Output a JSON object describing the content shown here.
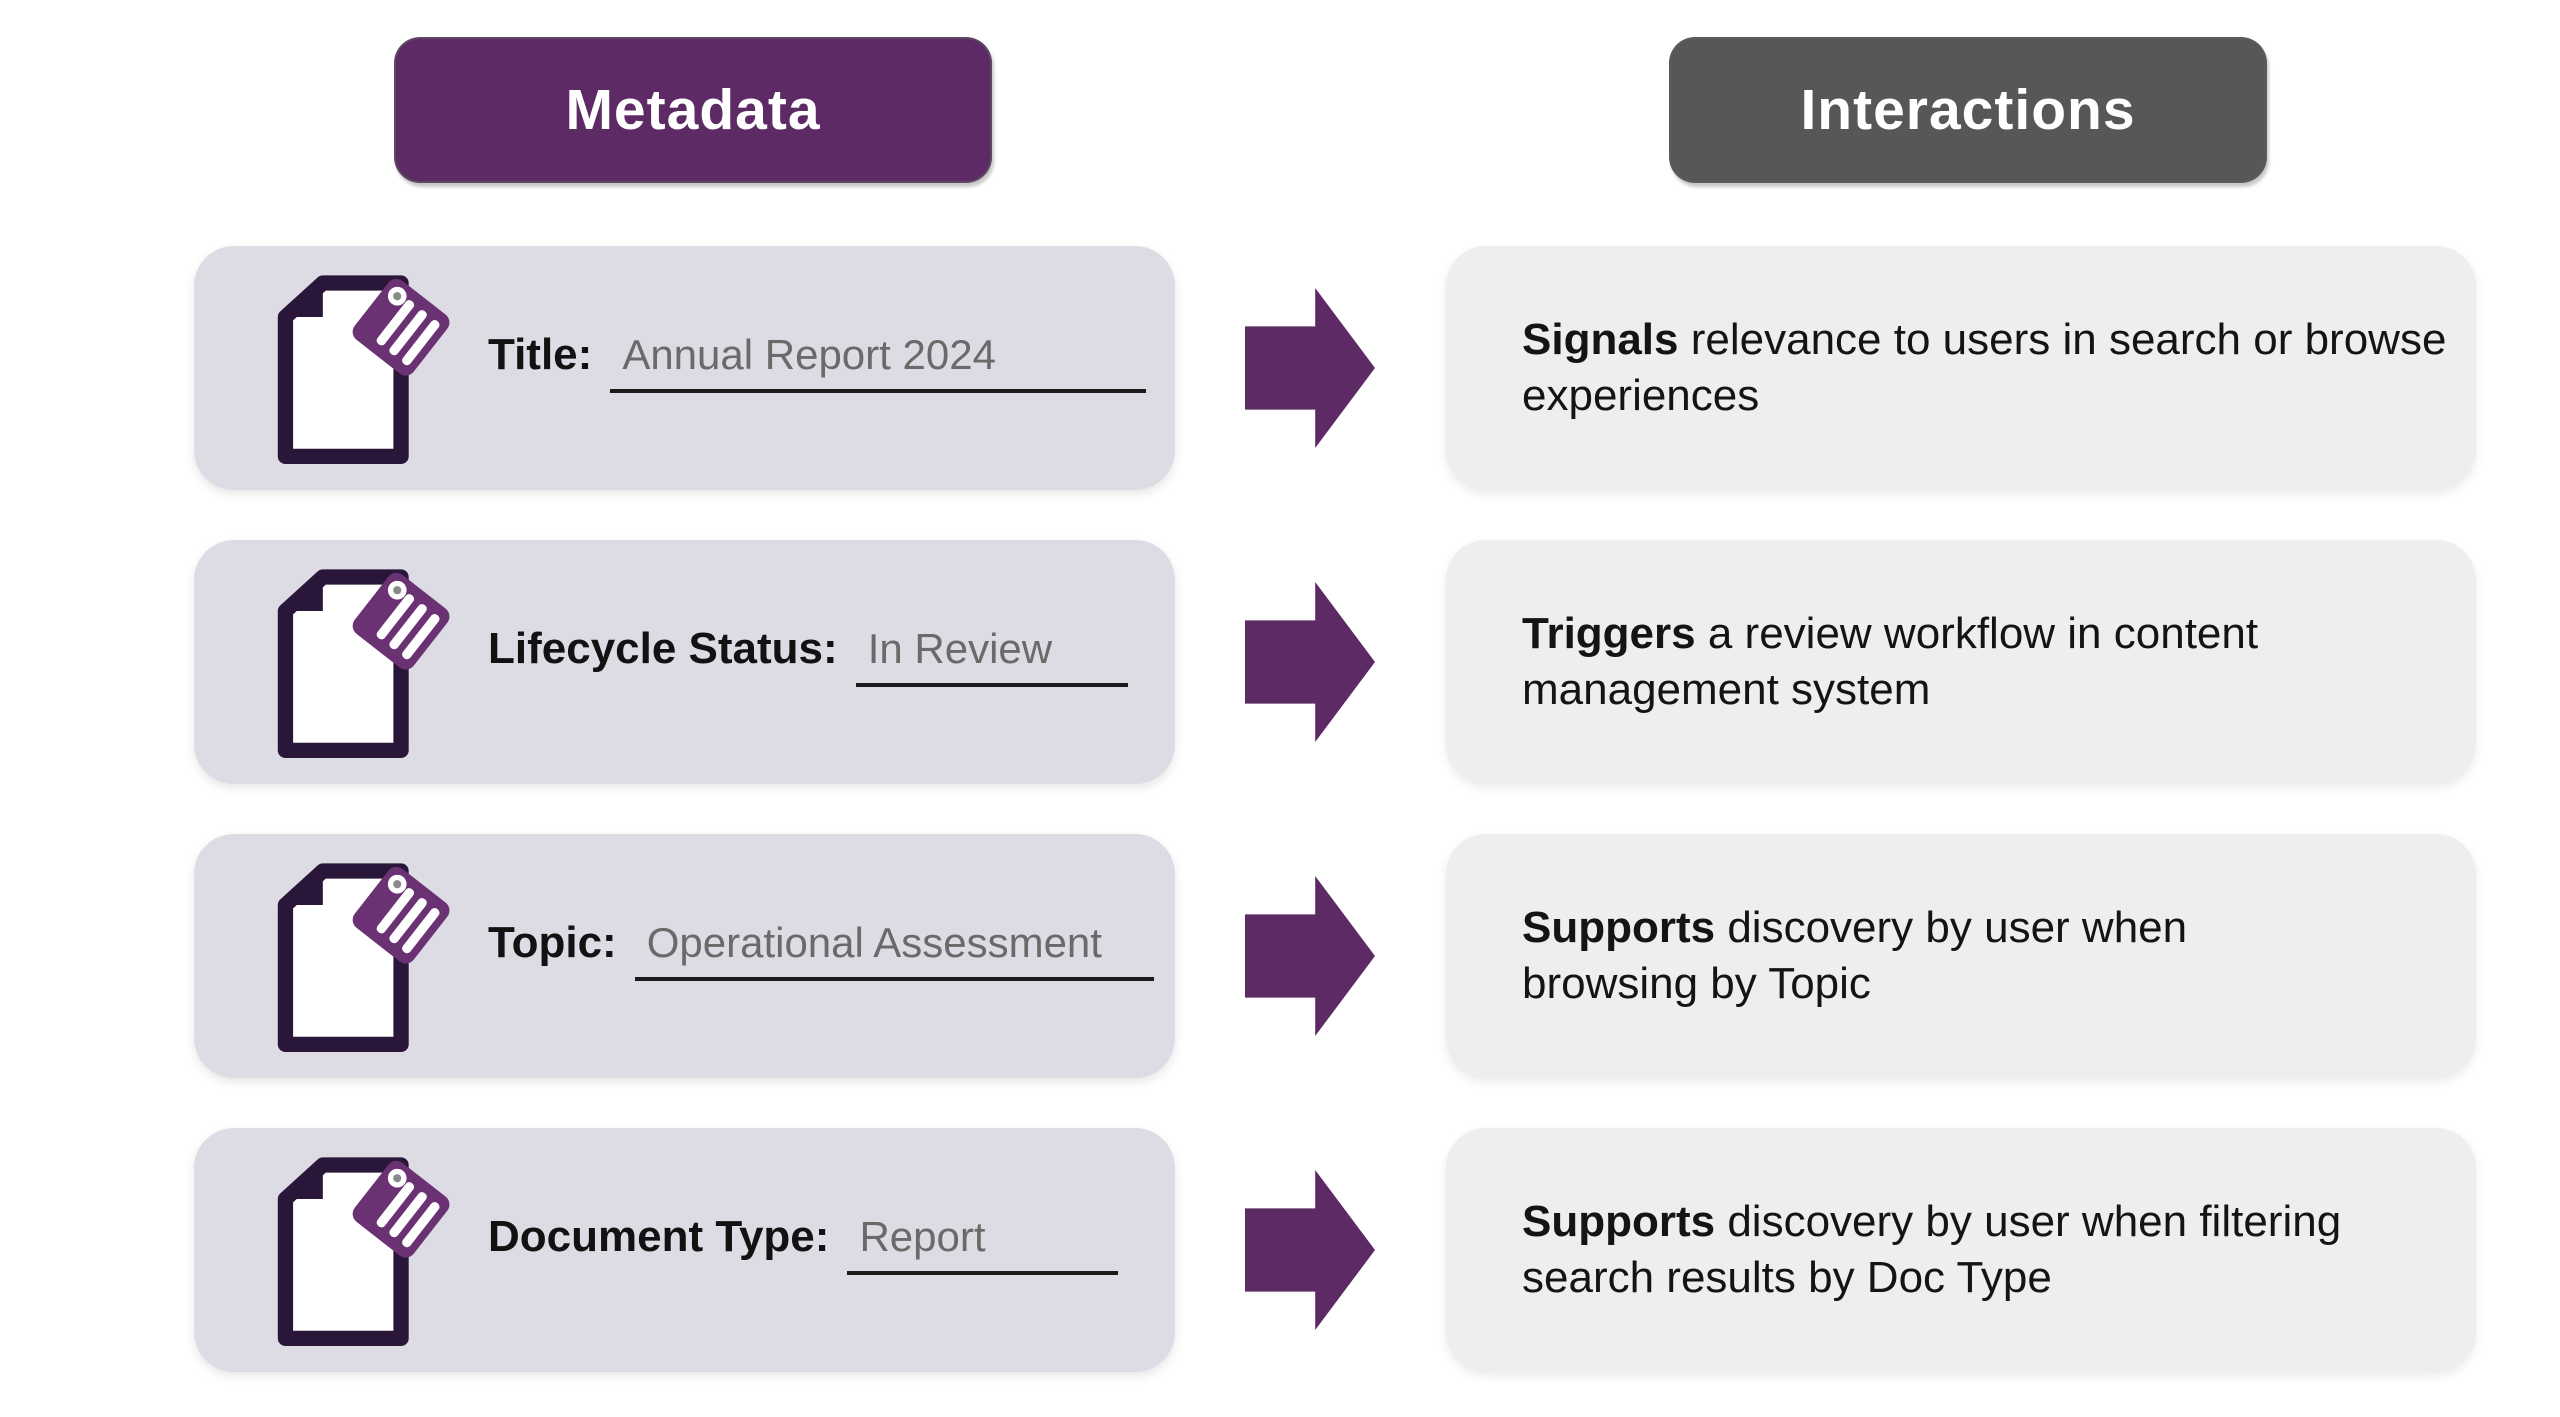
{
  "headers": {
    "metadata": {
      "label": "Metadata"
    },
    "interactions": {
      "label": "Interactions"
    }
  },
  "rows": [
    {
      "label": "Title:",
      "value": "Annual Report 2024",
      "interaction": {
        "bold": "Signals",
        "rest": " relevance to users in search or browse experiences"
      }
    },
    {
      "label": "Lifecycle Status:",
      "value": "In Review",
      "interaction": {
        "bold": "Triggers",
        "rest": " a review workflow in content management system"
      }
    },
    {
      "label": "Topic:",
      "value": "Operational Assessment",
      "interaction": {
        "bold": "Supports",
        "rest": " discovery by user when browsing by Topic"
      }
    },
    {
      "label": "Document Type:",
      "value": "Report",
      "interaction": {
        "bold": "Supports",
        "rest": " discovery by user when filtering search results by Doc Type"
      }
    }
  ],
  "icons": {
    "row_icon": "document-with-tag",
    "connector": "arrow-right"
  },
  "colors": {
    "metadata_pill": "#5D2A66",
    "interactions_pill": "#595657",
    "arrow": "#5D2A66",
    "tag": "#6A3173",
    "doc_outline": "#2A1638",
    "left_card_bg": "#DDDBE4",
    "right_card_bg": "#EEEDEF",
    "value_text": "#6A6A6A",
    "underline": "#1B1B1B",
    "body_text": "#141414"
  }
}
